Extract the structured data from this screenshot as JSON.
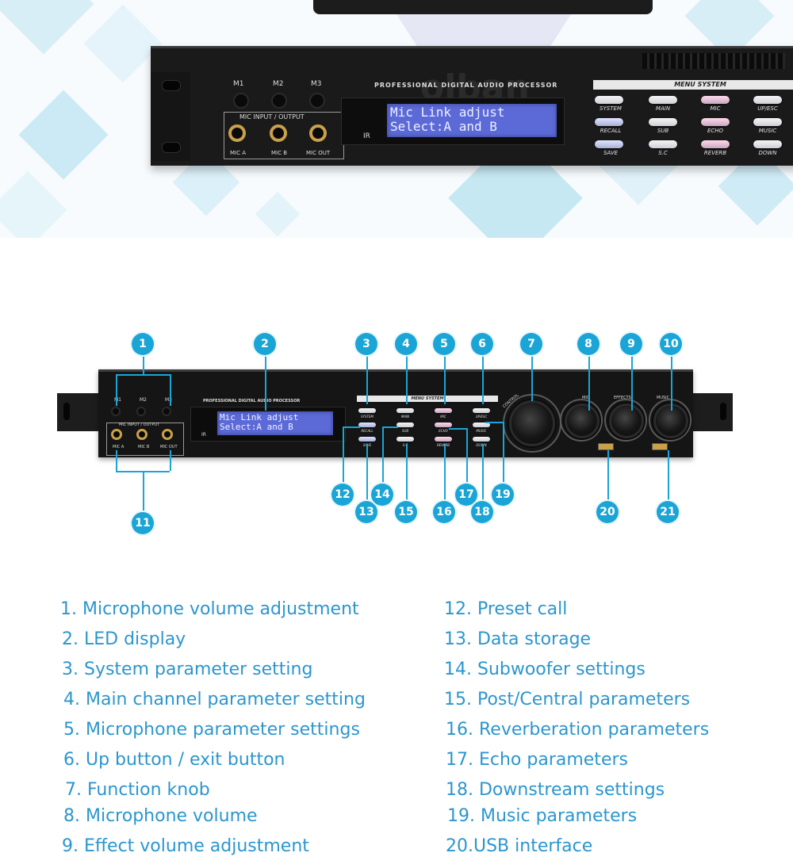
{
  "top_banner": {
    "buttons": {
      "m1": "M1",
      "m2": "M2",
      "m3": "M3"
    },
    "mic_io_label": "MIC INPUT / OUTPUT",
    "jacks": [
      "MIC A",
      "MIC B",
      "MIC OUT"
    ],
    "brand_text": "PROFESSIONAL DIGITAL AUDIO PROCESSOR",
    "watermark": "olban",
    "lcd_line1": "Mic Link adjust",
    "lcd_line2": "Select:A and B",
    "ir_label": "IR",
    "menu_title": "MENU SYSTEM",
    "menu_buttons": [
      [
        "SYSTEM",
        "MAIN",
        "MIC",
        "UP/ESC"
      ],
      [
        "RECALL",
        "SUB",
        "ECHO",
        "MUSIC"
      ],
      [
        "SAVE",
        "S.C",
        "REVERB",
        "DOWN"
      ]
    ]
  },
  "diagram": {
    "device": {
      "buttons": {
        "m1": "M1",
        "m2": "M2",
        "m3": "M3"
      },
      "mic_io_label": "MIC INPUT / OUTPUT",
      "jacks": [
        "MIC A",
        "MIC B",
        "MIC OUT"
      ],
      "brand_text": "PROFESSIONAL DIGITAL AUDIO PROCESSOR",
      "lcd_line1": "Mic Link adjust",
      "lcd_line2": "Select:A and B",
      "ir_label": "IR",
      "menu_title": "MENU SYSTEM",
      "menu_buttons": [
        [
          "SYSTEM",
          "MAIN",
          "MIC",
          "UP/ESC"
        ],
        [
          "RECALL",
          "SUB",
          "ECHO",
          "MUSIC"
        ],
        [
          "SAVE",
          "S.C",
          "REVERB",
          "DOWN"
        ]
      ],
      "control_label": "CONTROL",
      "knob_labels": [
        "MIC",
        "EFFECTS",
        "MUSIC"
      ]
    },
    "callouts": [
      "1",
      "2",
      "3",
      "4",
      "5",
      "6",
      "7",
      "8",
      "9",
      "10",
      "11",
      "12",
      "13",
      "14",
      "15",
      "16",
      "17",
      "18",
      "19",
      "20",
      "21"
    ]
  },
  "legend": {
    "left": [
      "1. Microphone volume adjustment",
      "2. LED display",
      "3. System parameter setting",
      "4. Main channel parameter setting",
      "5. Microphone parameter settings",
      "6. Up button / exit button",
      "7. Function knob",
      "8. Microphone volume",
      "9. Effect volume adjustment"
    ],
    "right": [
      "12. Preset call",
      "13. Data storage",
      "14. Subwoofer settings",
      "15. Post/Central parameters",
      "16. Reverberation parameters",
      "17. Echo parameters",
      "18. Downstream settings",
      "19. Music parameters",
      "20.USB interface"
    ]
  },
  "colors": {
    "accent": "#1aa5d6",
    "legend_text": "#2b96cf",
    "lcd": "#5c6ad8"
  }
}
